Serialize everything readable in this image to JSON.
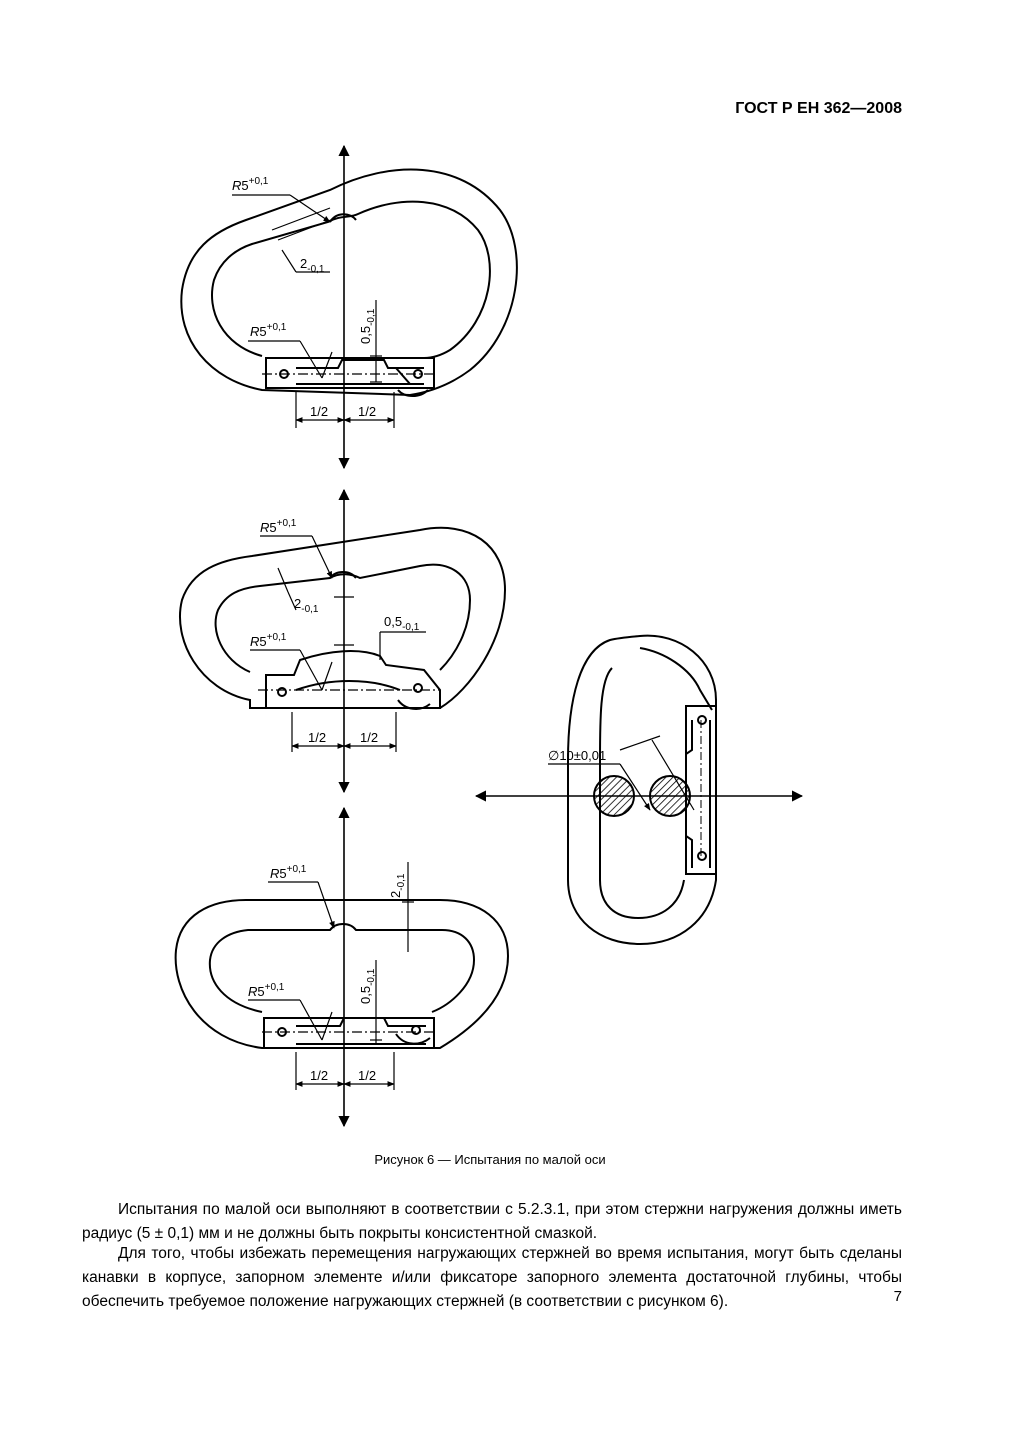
{
  "header": {
    "standard": "ГОСТ Р ЕН 362—2008"
  },
  "figure": {
    "labels": {
      "r_top": "R",
      "r_val": "5",
      "r_sup": "+0,1",
      "dim_2": "2",
      "dim_2_sub": "-0,1",
      "dim_05": "0,5",
      "dim_05_sub": "-0,1",
      "half": "1/2",
      "diameter": "∅10±0,01"
    },
    "caption": "Рисунок 6 — Испытания по малой оси"
  },
  "text": {
    "para1": "Испытания по малой оси выполняют в соответствии с 5.2.3.1, при этом стержни нагружения должны иметь радиус (5 ± 0,1) мм и не должны быть покрыты консистентной смазкой.",
    "para2": "Для того, чтобы избежать перемещения нагружающих стержней во время испытания, могут быть сделаны канавки в корпусе, запорном элементе и/или фиксаторе запорного элемента достаточной глубины, чтобы обеспечить требуемое положение нагружающих стержней (в соответствии с рисунком 6)."
  },
  "page": {
    "number": "7"
  }
}
